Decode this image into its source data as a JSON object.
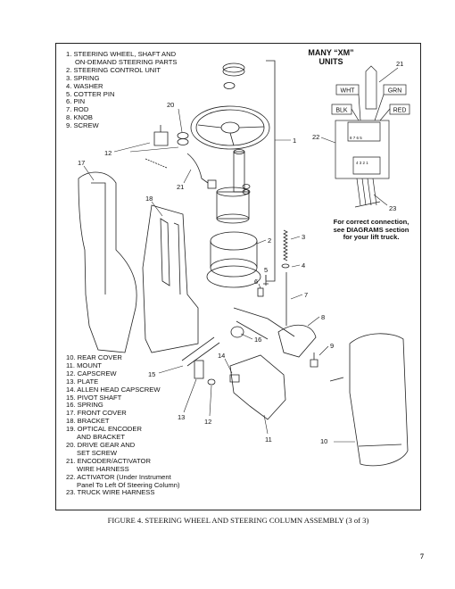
{
  "legend_top": [
    "1. STEERING WHEEL, SHAFT AND",
    "ON-DEMAND STEERING PARTS",
    "2. STEERING CONTROL UNIT",
    "3. SPRING",
    "4. WASHER",
    "5. COTTER PIN",
    "6. PIN",
    "7. ROD",
    "8. KNOB",
    "9. SCREW"
  ],
  "legend_bottom": [
    "10. REAR COVER",
    "11. MOUNT",
    "12. CAPSCREW",
    "13. PLATE",
    "14. ALLEN HEAD CAPSCREW",
    "15. PIVOT SHAFT",
    "16. SPRING",
    "17. FRONT COVER",
    "18. BRACKET",
    "19. OPTICAL ENCODER",
    "AND BRACKET",
    "20. DRIVE GEAR AND",
    "SET SCREW",
    "21. ENCODER/ACTIVATOR",
    "WIRE HARNESS",
    "22. ACTIVATOR (Under Instrument",
    "Panel To Left Of Steering Column)",
    "23. TRUCK WIRE HARNESS"
  ],
  "xm_units_title": [
    "MANY “XM”",
    "UNITS"
  ],
  "wire_labels": {
    "wht": "WHT",
    "grn": "GRN",
    "blk": "BLK",
    "red": "RED"
  },
  "pins_upper": "8 7 6   5",
  "pins_lower": "4 3 2 1",
  "note": [
    "For correct connection,",
    "see DIAGRAMS section",
    "for your lift truck."
  ],
  "callouts": {
    "c1": "1",
    "c2": "2",
    "c3": "3",
    "c4": "4",
    "c5": "5",
    "c6": "6",
    "c7": "7",
    "c8": "8",
    "c9": "9",
    "c10": "10",
    "c11": "11",
    "c12a": "12",
    "c12b": "12",
    "c13": "13",
    "c14": "14",
    "c15": "15",
    "c16": "16",
    "c17": "17",
    "c18": "18",
    "c20": "20",
    "c21a": "21",
    "c21b": "21",
    "c22": "22",
    "c23": "23"
  },
  "caption": "FIGURE 4. STEERING WHEEL AND STEERING COLUMN ASSEMBLY (3 of 3)",
  "page_number": "7"
}
